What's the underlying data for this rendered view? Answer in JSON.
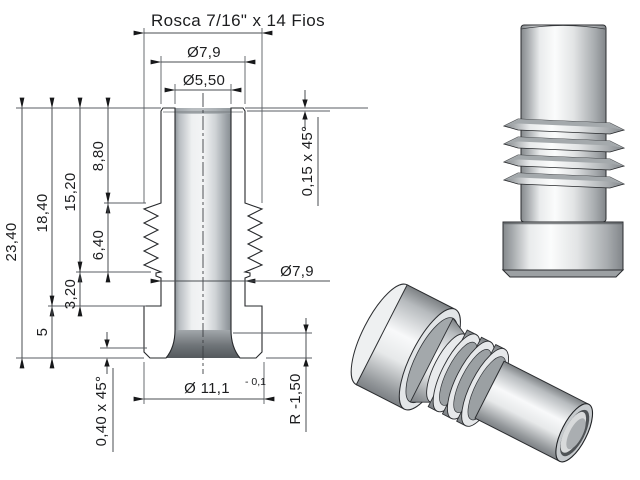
{
  "drawing": {
    "thread_note": "Rosca 7/16\" x 14 Fios",
    "dims": {
      "tube_od_top": "Ø7,9",
      "bore_d": "Ø5,50",
      "total_h": "23,40",
      "to_flange_h": "18,40",
      "to_thread_bot_h": "15,20",
      "to_thread_top_h": "8,80",
      "thread_len": "6,40",
      "neck_len": "3,20",
      "flange_h": "5",
      "chamfer_top": "0,15 x 45°",
      "chamfer_bottom": "0,40 x 45°",
      "tube_od_below": "Ø7,9",
      "flange_d": "Ø 11,1",
      "flange_d_tol": "- 0,1",
      "bottom_radius": "R -1,50"
    }
  }
}
